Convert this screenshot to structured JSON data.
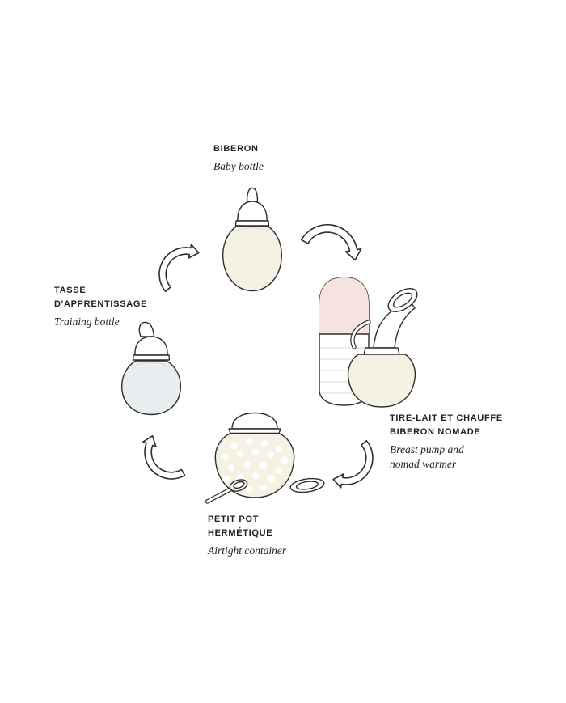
{
  "cycle": {
    "top": {
      "title": [
        "BIBERON"
      ],
      "subtitle": [
        "Baby bottle"
      ]
    },
    "right": {
      "title": [
        "TIRE-LAIT ET CHAUFFE",
        "BIBERON NOMADE"
      ],
      "subtitle": [
        "Breast pump and",
        "nomad warmer"
      ]
    },
    "bottom": {
      "title": [
        "PETIT POT",
        "HERMÉTIQUE"
      ],
      "subtitle": [
        "Airtight container"
      ]
    },
    "left": {
      "title": [
        "TASSE",
        "D'APPRENTISSAGE"
      ],
      "subtitle": [
        "Training bottle"
      ]
    }
  },
  "icons": [
    "baby-bottle-illustration",
    "breast-pump-warmer-illustration",
    "airtight-container-illustration",
    "training-bottle-illustration",
    "cycle-arrow"
  ],
  "colors": {
    "white": "#ffffff",
    "outline": "#2e2e2e",
    "cream": "#f6f2e3",
    "blue_gray": "#e8edf0",
    "pink": "#f7e3de",
    "rib": "#ddd8cc",
    "text": "#1f1f1f"
  }
}
